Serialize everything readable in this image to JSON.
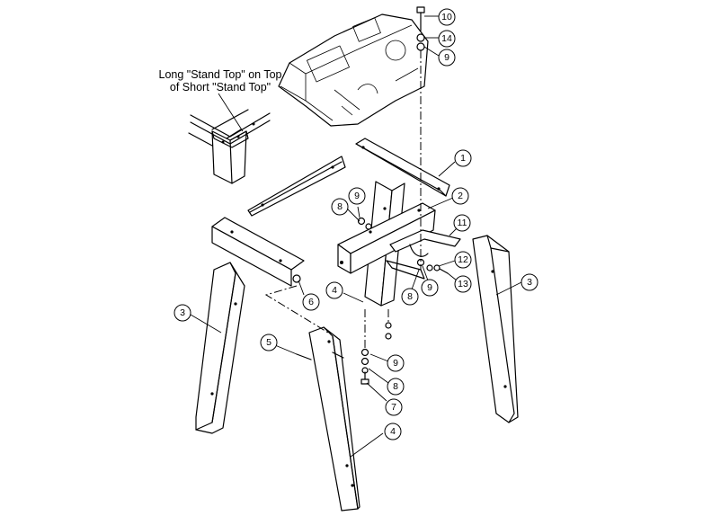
{
  "note": {
    "line1": "Long \"Stand Top\" on Top",
    "line2": "of Short \"Stand Top\""
  },
  "callouts": [
    "10",
    "14",
    "9",
    "1",
    "9",
    "8",
    "2",
    "11",
    "12",
    "9",
    "13",
    "8",
    "6",
    "4",
    "3",
    "3",
    "5",
    "9",
    "8",
    "7",
    "4"
  ]
}
